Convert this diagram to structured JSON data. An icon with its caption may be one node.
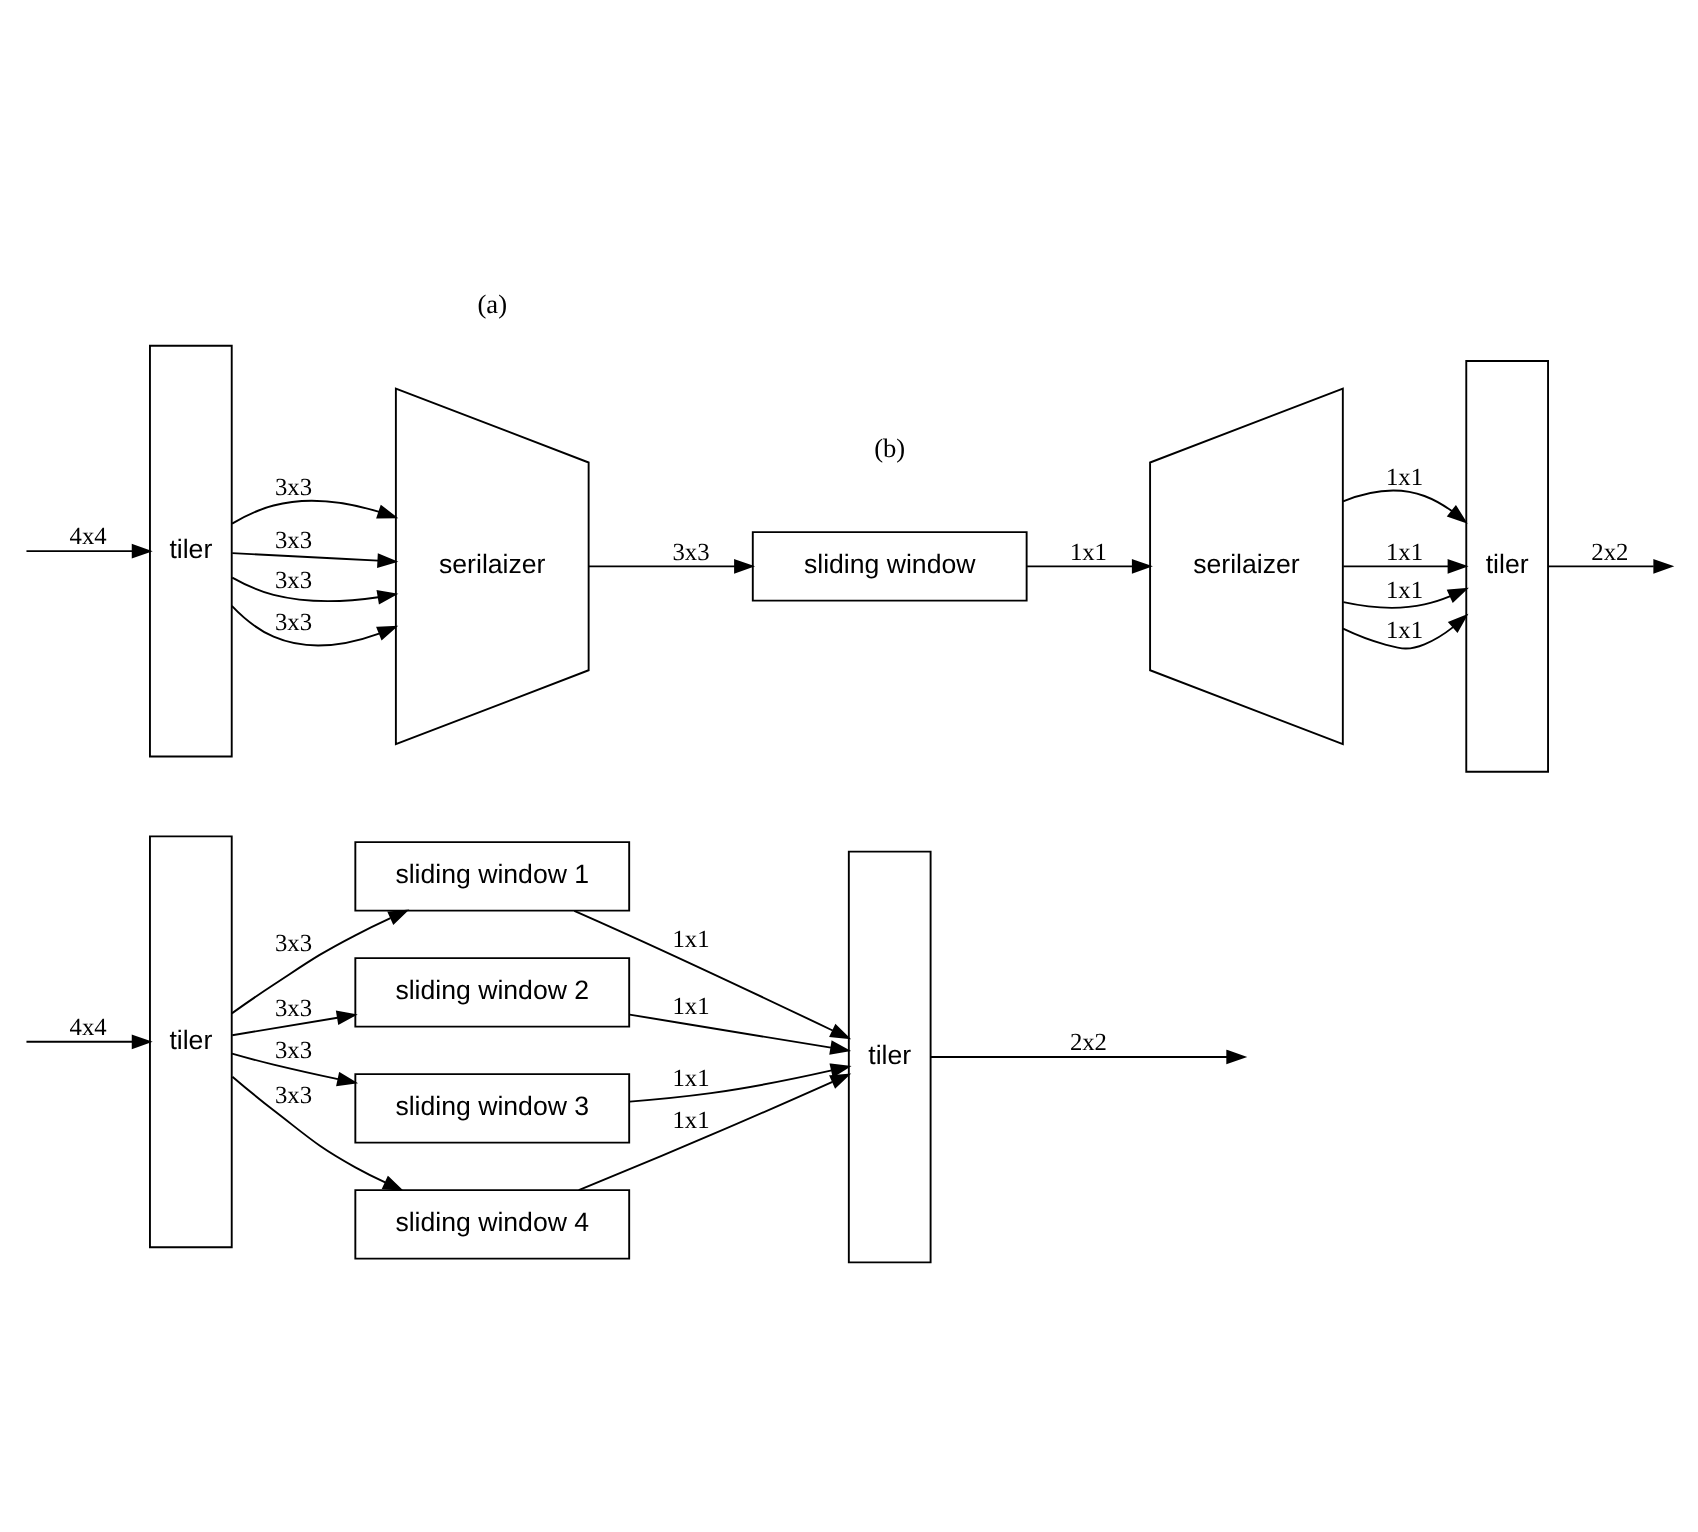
{
  "diagram": {
    "nodes": [
      {
        "text": [
          "tiler"
        ]
      },
      {
        "text": [
          "sliding window 1"
        ]
      },
      {
        "text": [
          "sliding window 2"
        ]
      },
      {
        "text": [
          "sliding window 3"
        ]
      },
      {
        "text": [
          "sliding window 4"
        ]
      },
      {
        "text": [
          "tiler"
        ]
      },
      {
        "text": [
          "tiler"
        ]
      },
      {
        "text": [
          "serilaizer"
        ]
      },
      {
        "text": [
          "sliding window"
        ]
      },
      {
        "text": [
          "serilaizer"
        ]
      },
      {
        "text": [
          "tiler"
        ]
      }
    ],
    "edges": [
      {
        "from": null,
        "to": 0,
        "arrow": "to",
        "label": "4x4"
      },
      {
        "from": 0,
        "to": 1,
        "arrow": "to",
        "label": "3x3"
      },
      {
        "from": 0,
        "to": 2,
        "arrow": "to",
        "label": "3x3"
      },
      {
        "from": 0,
        "to": 3,
        "arrow": "to",
        "label": "3x3"
      },
      {
        "from": 0,
        "to": 4,
        "arrow": "to",
        "label": "3x3"
      },
      {
        "from": 1,
        "to": 5,
        "arrow": "to",
        "label": "1x1"
      },
      {
        "from": 2,
        "to": 5,
        "arrow": "to",
        "label": "1x1"
      },
      {
        "from": 3,
        "to": 5,
        "arrow": "to",
        "label": "1x1"
      },
      {
        "from": 4,
        "to": 5,
        "arrow": "to",
        "label": "1x1"
      },
      {
        "from": 5,
        "to": null,
        "arrow": "to",
        "label": "2x2"
      },
      {
        "from": null,
        "to": 6,
        "arrow": "to",
        "label": "4x4"
      },
      {
        "from": 6,
        "to": 7,
        "arrow": "to",
        "label": "3x3"
      },
      {
        "from": 6,
        "to": 7,
        "arrow": "to",
        "label": "3x3"
      },
      {
        "from": 6,
        "to": 7,
        "arrow": "to",
        "label": "3x3"
      },
      {
        "from": 6,
        "to": 7,
        "arrow": "to",
        "label": "3x3"
      },
      {
        "from": 7,
        "to": 8,
        "arrow": "to",
        "label": "3x3"
      },
      {
        "from": 8,
        "to": 9,
        "arrow": "to",
        "label": "1x1"
      },
      {
        "from": 9,
        "to": 10,
        "arrow": "to",
        "label": "1x1"
      },
      {
        "from": 9,
        "to": 10,
        "arrow": "to",
        "label": "1x1"
      },
      {
        "from": 9,
        "to": 10,
        "arrow": "to",
        "label": "1x1"
      },
      {
        "from": 9,
        "to": 10,
        "arrow": "to",
        "label": "1x1"
      },
      {
        "from": 10,
        "to": null,
        "arrow": "to",
        "label": "2x2"
      }
    ],
    "labels": [
      "(a)",
      "(b)"
    ]
  }
}
